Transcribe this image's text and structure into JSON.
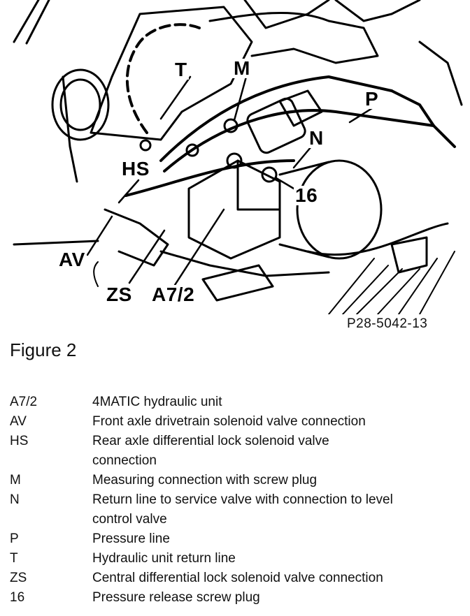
{
  "figure": {
    "reference": "P28-5042-13",
    "caption": "Figure 2",
    "callouts": {
      "T": "T",
      "M": "M",
      "P": "P",
      "N": "N",
      "HS": "HS",
      "sixteen": "16",
      "AV": "AV",
      "ZS": "ZS",
      "A7_2": "A7/2"
    }
  },
  "legend": [
    {
      "code": "A7/2",
      "description": "4MATIC hydraulic unit"
    },
    {
      "code": "AV",
      "description": "Front axle drivetrain solenoid valve connection"
    },
    {
      "code": "HS",
      "description": "Rear axle differential lock solenoid valve connection"
    },
    {
      "code": "M",
      "description": "Measuring connection with screw plug"
    },
    {
      "code": "N",
      "description": "Return line to service valve with connection to level control valve"
    },
    {
      "code": "P",
      "description": "Pressure line"
    },
    {
      "code": "T",
      "description": "Hydraulic unit return line"
    },
    {
      "code": "ZS",
      "description": "Central differential lock solenoid valve connection"
    },
    {
      "code": "16",
      "description": "Pressure release screw plug"
    }
  ]
}
